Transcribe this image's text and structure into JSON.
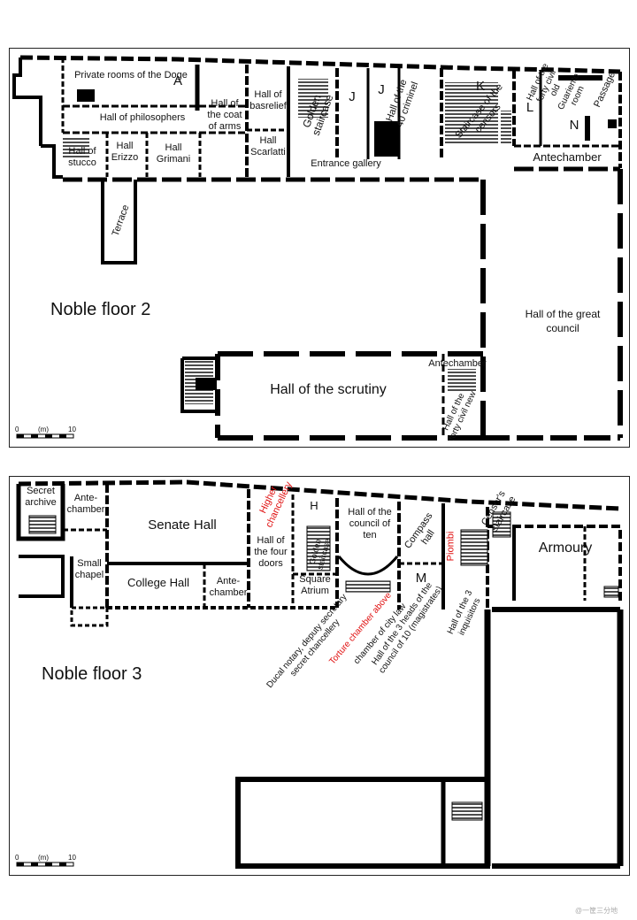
{
  "floor2": {
    "title": "Noble floor 2",
    "rooms": {
      "private_rooms": "Private rooms of the Doge",
      "a": "A",
      "philosophers": "Hall of philosophers",
      "coat_of_arms": "Hall of the coat of arms",
      "basrelief": "Hall of basrelief",
      "golden_staircase": "Golden staircase",
      "j1": "J",
      "hall40": "Hall of the 40 criminel",
      "k": "K",
      "censors_staircase": "Staircase of the censors",
      "hall_forty_civil_old": "Hall of the forty civil old",
      "l": "L",
      "guarento": "Guariento room",
      "passage": "Passage",
      "n": "N",
      "stucco": "Hall of stucco",
      "erizzo": "Hall Erizzo",
      "grimani": "Hall Grimani",
      "scarlatti": "Hall Scarlatti",
      "entrance_gallery": "Entrance gallery",
      "antechamber_top": "Antechamber",
      "terrace": "Terrace",
      "great_council": "Hall of the great council",
      "antechamber_bottom": "Antechamber",
      "scrutiny": "Hall of the scrutiny",
      "forty_civil_new": "Hall of the forty civil new"
    },
    "scale": {
      "zero": "0",
      "unit": "(m)",
      "ten": "10"
    }
  },
  "floor3": {
    "title": "Noble floor 3",
    "rooms": {
      "secret_archive": "Secret archive",
      "antechamber_left": "Ante-chamber",
      "senate": "Senate Hall",
      "higher_chancellery": "Higher chancellery",
      "h": "H",
      "council_ten": "Hall of the council of ten",
      "compass": "Compass hall",
      "censors_staircase": "Censor's staircase",
      "piombi": "Piombi",
      "armoury": "Armoury",
      "small_chapel": "Small chapel",
      "college": "College Hall",
      "antechamber_mid": "Ante-chamber",
      "four_doors": "Hall of the four doors",
      "golden_staircase": "Golden staircase",
      "square_atrium": "Square Atrium",
      "m": "M",
      "ducal_notary": "Ducal notary, deputy secretary secret chancellery",
      "torture": "Torture chamber above",
      "city_law": "chamber of city law",
      "three_heads": "Hall of the 3 heads of the council of 10 (magistrates)",
      "inquisitors": "Hall of the 3 inquisitors"
    },
    "scale": {
      "zero": "0",
      "unit": "(m)",
      "ten": "10"
    }
  },
  "watermark": "@一筐三分地",
  "colors": {
    "wall": "#000000",
    "red_label": "#e01010",
    "background": "#ffffff"
  }
}
